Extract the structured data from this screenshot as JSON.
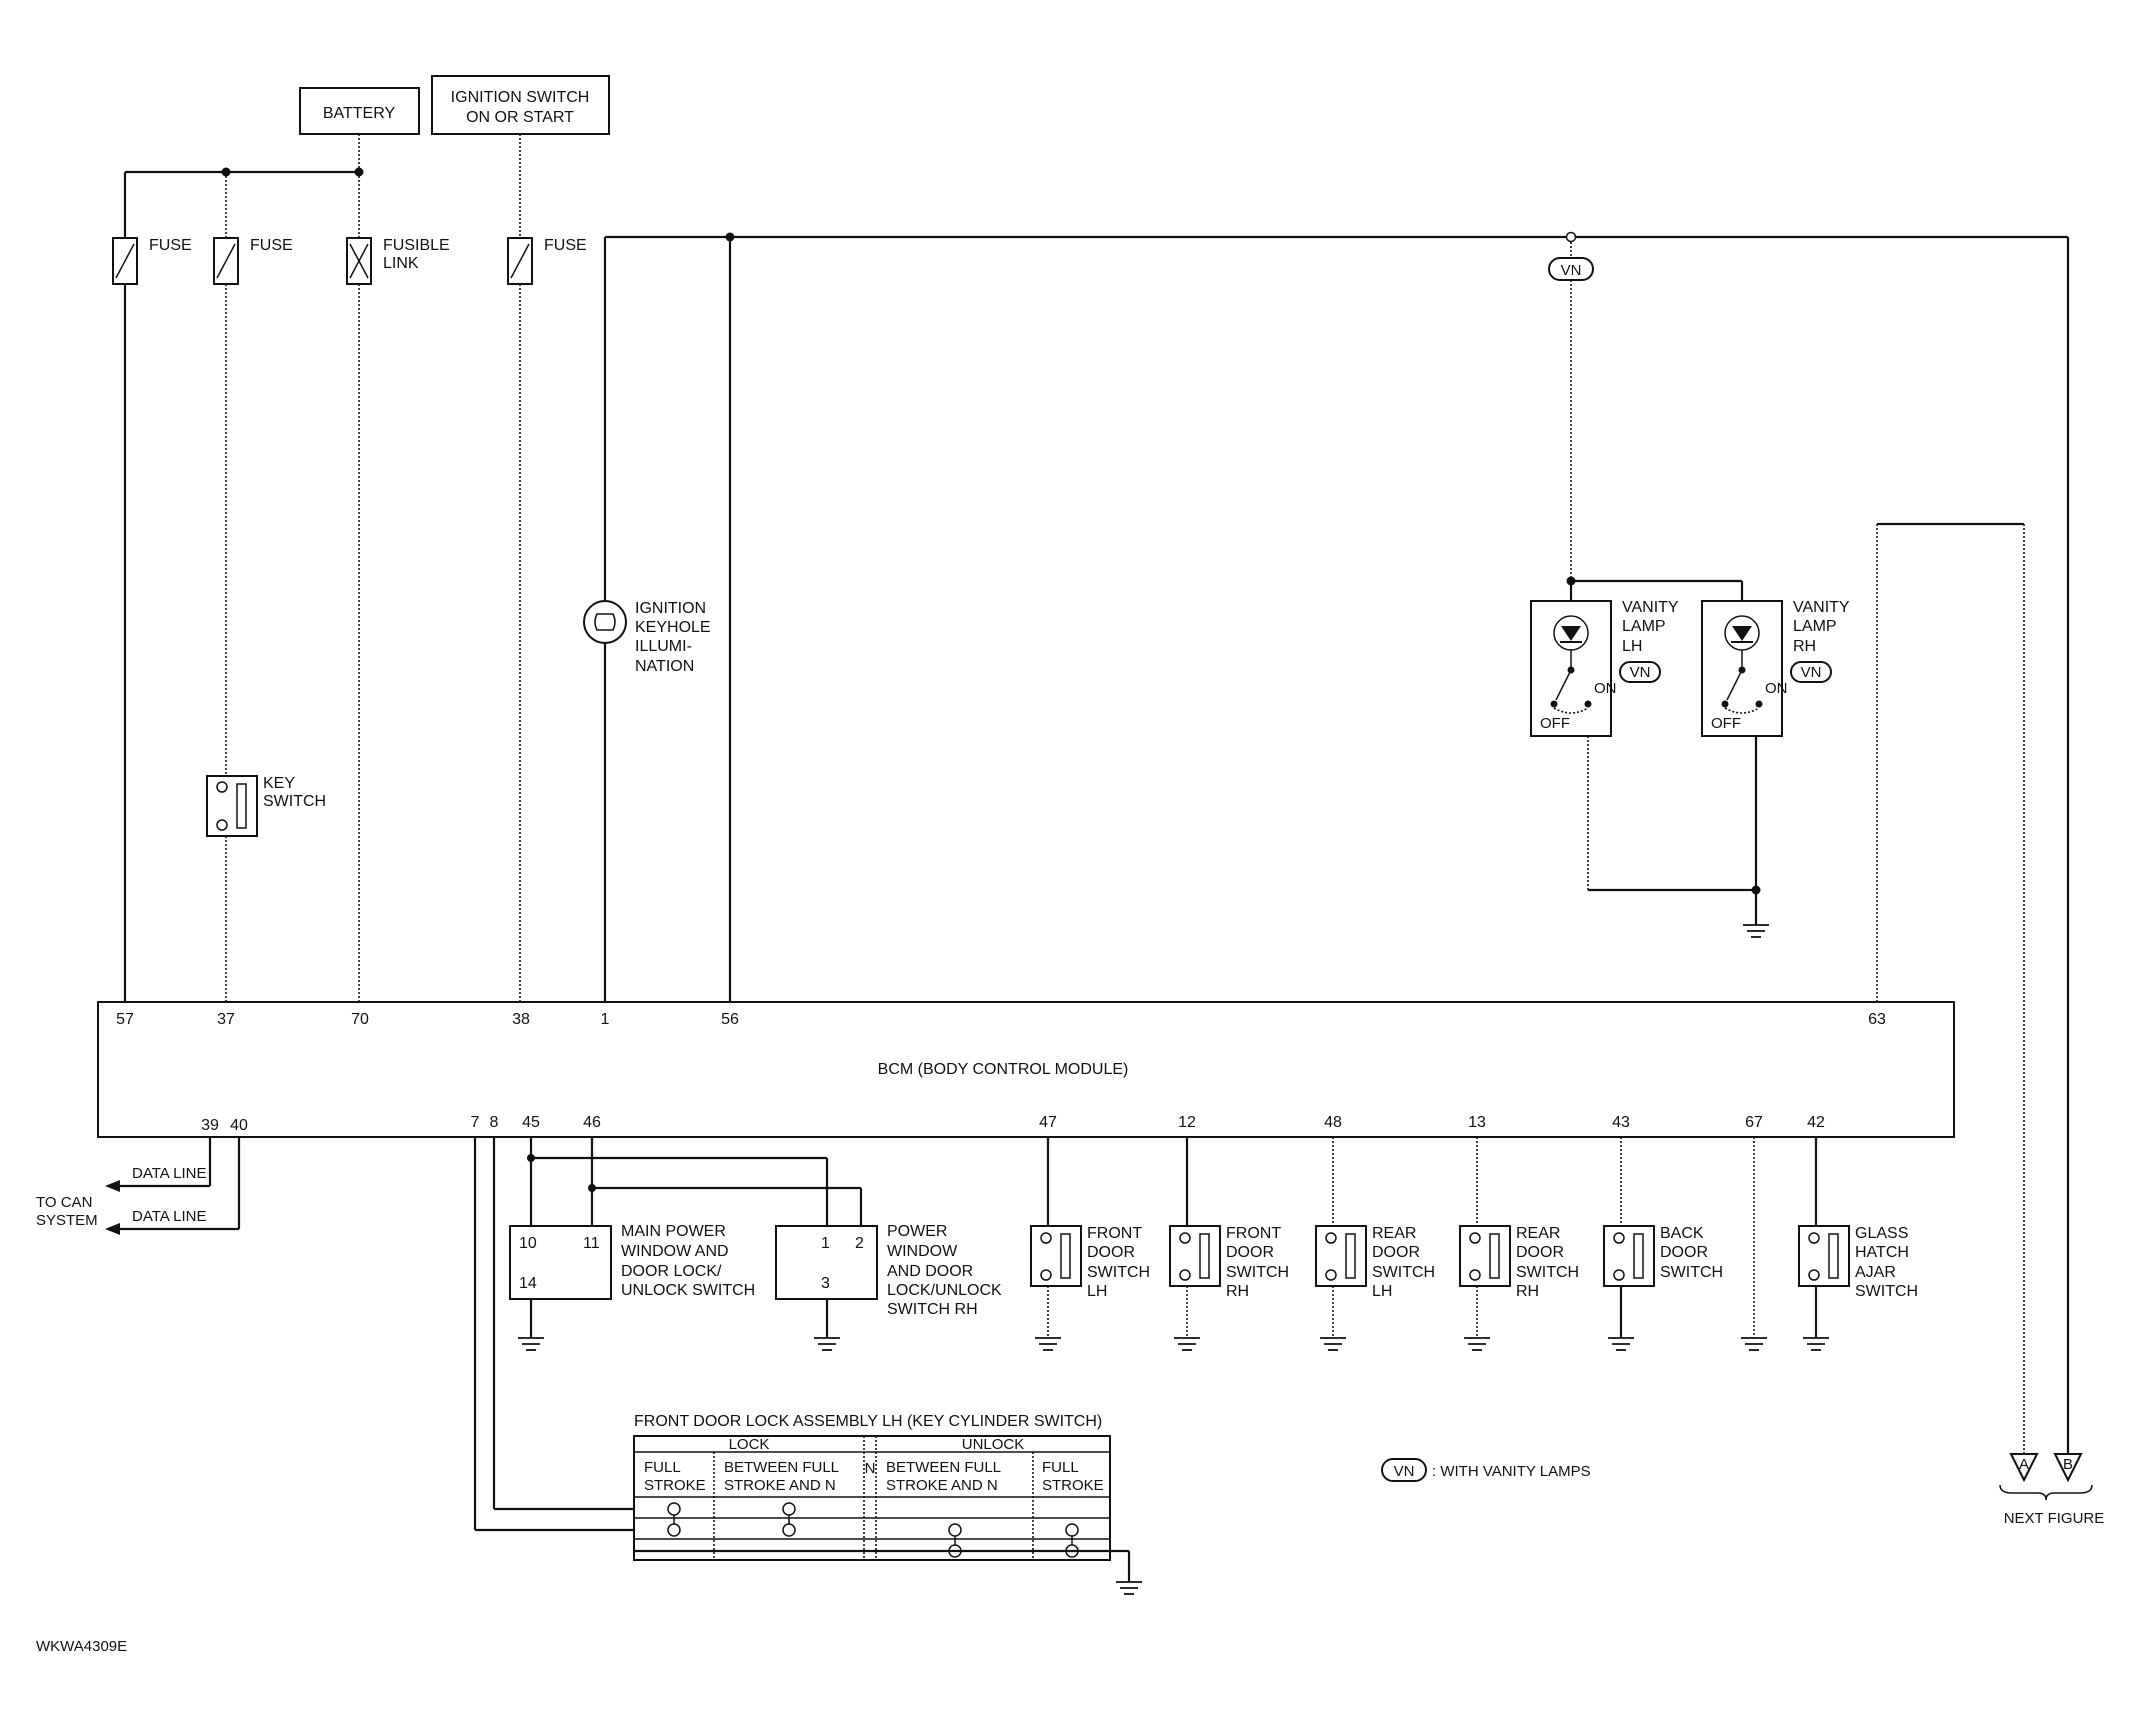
{
  "sources": {
    "battery": "BATTERY",
    "ignition_line1": "IGNITION SWITCH",
    "ignition_line2": "ON OR START"
  },
  "fuses": {
    "fuse": "FUSE",
    "fusible_line1": "FUSIBLE",
    "fusible_line2": "LINK"
  },
  "illumination": [
    "IGNITION",
    "KEYHOLE",
    "ILLUMI-",
    "NATION"
  ],
  "key_switch": [
    "KEY",
    "SWITCH"
  ],
  "vanity_lh": [
    "VANITY",
    "LAMP",
    "LH"
  ],
  "vanity_rh": [
    "VANITY",
    "LAMP",
    "RH"
  ],
  "vn": "VN",
  "switch_states": {
    "on": "ON",
    "off": "OFF"
  },
  "bcm": {
    "title": "BCM (BODY CONTROL MODULE)",
    "top_pins": [
      "57",
      "37",
      "70",
      "38",
      "1",
      "56",
      "63"
    ],
    "bottom_pins": [
      "39",
      "40",
      "7",
      "8",
      "45",
      "46",
      "47",
      "12",
      "48",
      "13",
      "43",
      "67",
      "42"
    ]
  },
  "can": {
    "data_line": "DATA LINE",
    "to_can_line1": "TO CAN",
    "to_can_line2": "SYSTEM"
  },
  "main_pw": {
    "pins": [
      "10",
      "11",
      "14"
    ],
    "label": [
      "MAIN POWER",
      "WINDOW AND",
      "DOOR LOCK/",
      "UNLOCK SWITCH"
    ]
  },
  "pw_rh": {
    "pins": [
      "1",
      "2",
      "3"
    ],
    "label": [
      "POWER",
      "WINDOW",
      "AND DOOR",
      "LOCK/UNLOCK",
      "SWITCH RH"
    ]
  },
  "door_switches": [
    {
      "label": [
        "FRONT",
        "DOOR",
        "SWITCH",
        "LH"
      ]
    },
    {
      "label": [
        "FRONT",
        "DOOR",
        "SWITCH",
        "RH"
      ]
    },
    {
      "label": [
        "REAR",
        "DOOR",
        "SWITCH",
        "LH"
      ]
    },
    {
      "label": [
        "REAR",
        "DOOR",
        "SWITCH",
        "RH"
      ]
    },
    {
      "label": [
        "BACK",
        "DOOR",
        "SWITCH"
      ]
    },
    {
      "label": [
        "GLASS",
        "HATCH",
        "AJAR",
        "SWITCH"
      ]
    }
  ],
  "lock_assembly": {
    "title": "FRONT DOOR LOCK ASSEMBLY LH (KEY CYLINDER SWITCH)",
    "lock": "LOCK",
    "unlock": "UNLOCK",
    "n": "N",
    "cols": [
      [
        "FULL",
        "STROKE"
      ],
      [
        "BETWEEN FULL",
        "STROKE AND N"
      ],
      [
        "BETWEEN FULL",
        "STROKE AND N"
      ],
      [
        "FULL",
        "STROKE"
      ]
    ]
  },
  "legend": {
    "symbol": "VN",
    "text": ": WITH VANITY LAMPS"
  },
  "connectors": {
    "a": "A",
    "b": "B",
    "next": "NEXT FIGURE"
  },
  "figure_id": "WKWA4309E"
}
